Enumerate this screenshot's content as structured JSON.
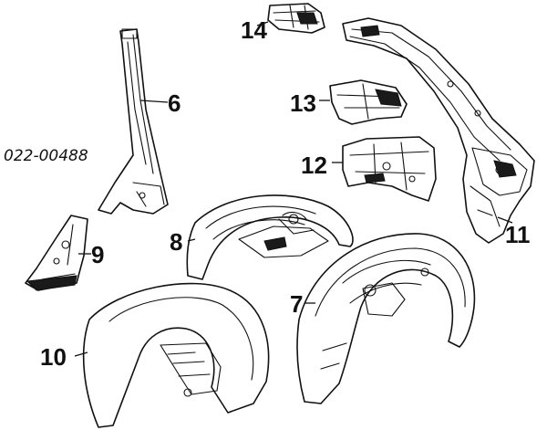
{
  "reference_code": "022-00488",
  "callouts": {
    "p6": "6",
    "p7": "7",
    "p8": "8",
    "p9": "9",
    "p10": "10",
    "p11": "11",
    "p12": "12",
    "p13": "13",
    "p14": "14"
  },
  "colors": {
    "ink": "#111111",
    "background": "#ffffff"
  }
}
